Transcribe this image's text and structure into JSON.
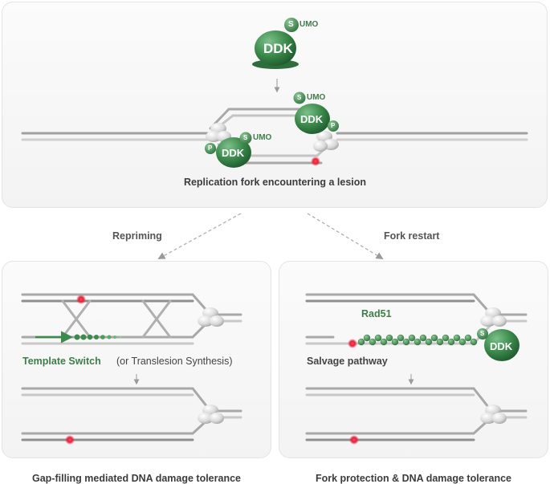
{
  "top_panel": {
    "ddk_free": {
      "label": "DDK",
      "sumo_s": "S",
      "sumo_suffix": "UMO"
    },
    "fork": {
      "ddk_upper": {
        "label": "DDK",
        "sumo_s": "S",
        "sumo_suffix": "UMO",
        "phospho": "P"
      },
      "ddk_lower": {
        "label": "DDK",
        "sumo_s": "S",
        "sumo_suffix": "UMO",
        "phospho": "P"
      }
    },
    "caption": "Replication fork encountering a lesion"
  },
  "branches": {
    "left": "Repriming",
    "right": "Fork restart"
  },
  "left_panel": {
    "template_switch": "Template Switch",
    "translesion": "(or Translesion Synthesis)",
    "caption": "Gap-filling mediated DNA damage tolerance"
  },
  "right_panel": {
    "rad51": "Rad51",
    "salvage": "Salvage pathway",
    "ddk": {
      "label": "DDK",
      "sumo_s": "S"
    },
    "caption": "Fork protection & DNA damage tolerance"
  },
  "colors": {
    "accent_green": "#3f7d4a",
    "ddk_green": "#3c8a4c",
    "dna_gray": "#a8a8a8",
    "lesion_red": "#e8203a"
  }
}
